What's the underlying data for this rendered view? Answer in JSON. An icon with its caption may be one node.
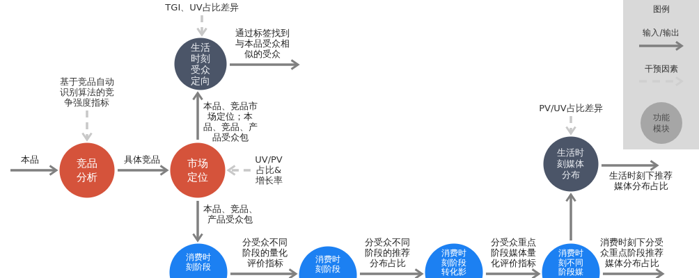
{
  "diagram": {
    "nodes": [
      {
        "text": [
          "TGI、UV占比差异"
        ]
      },
      {
        "text": [
          "生活时刻受众定向"
        ]
      },
      {
        "text": [
          "基于竞品自动识别算法的竞争强度指标"
        ]
      },
      {
        "text": [
          "PV/UV占比差异"
        ]
      },
      {
        "text": [
          "竞品分析"
        ]
      },
      {
        "text": [
          "市场定位"
        ]
      },
      {
        "text": [
          "UV/PV占比&增长率"
        ]
      },
      {
        "text": [
          "生活时刻媒体分布"
        ]
      },
      {
        "text": [
          "消费时刻阶段"
        ]
      },
      {
        "text": [
          "消费时刻阶段"
        ]
      },
      {
        "text": [
          "消费时刻阶段转化影"
        ]
      },
      {
        "text": [
          "消费时刻不同阶段媒"
        ]
      }
    ],
    "edges": [
      {
        "from": 0,
        "to": 1,
        "arrow": "to",
        "style": "dashed",
        "color": "#c8c8c8"
      },
      {
        "from": 2,
        "to": 4,
        "arrow": "to",
        "style": "dashed",
        "color": "#c8c8c8"
      },
      {
        "from": 6,
        "to": 5,
        "arrow": "to",
        "style": "dashed",
        "color": "#c8c8c8"
      },
      {
        "from": 3,
        "to": 7,
        "arrow": "to",
        "style": "dashed",
        "color": "#c8c8c8"
      },
      {
        "from": null,
        "to": 4,
        "arrow": "to",
        "label": "本品"
      },
      {
        "from": 4,
        "to": 5,
        "arrow": "to",
        "label": "具体竞品"
      },
      {
        "from": 5,
        "to": 1,
        "arrow": "to",
        "label": "本品、竞品市场定位；本品、竞品、产品受众包"
      },
      {
        "from": 1,
        "to": null,
        "arrow": "to",
        "label": "通过标签找到与本品受众相似的受众"
      },
      {
        "from": 5,
        "to": 8,
        "arrow": "to",
        "label": "本品、竞品、产品受众包"
      },
      {
        "from": 8,
        "to": 9,
        "arrow": "to",
        "label": "分受众不同阶段的量化评价指标"
      },
      {
        "from": 9,
        "to": 10,
        "arrow": "to",
        "label": "分受众不同阶段的推荐分布占比"
      },
      {
        "from": 10,
        "to": 11,
        "arrow": "to",
        "label": "分受众重点阶段媒体量化评价指标"
      },
      {
        "from": 11,
        "to": 7,
        "arrow": "to"
      },
      {
        "from": 11,
        "to": null,
        "arrow": "to",
        "label": "消费时刻下分受众重点阶段推荐媒体分布占比"
      },
      {
        "from": 7,
        "to": null,
        "arrow": "to",
        "label": "生活时刻下推荐媒体分布占比"
      }
    ],
    "labels": [
      "图例"
    ],
    "legend": [
      {
        "text": "输入/输出"
      },
      {
        "text": "干预因素"
      },
      {
        "text": "功能模块",
        "color": "#a6a6a6"
      }
    ]
  }
}
